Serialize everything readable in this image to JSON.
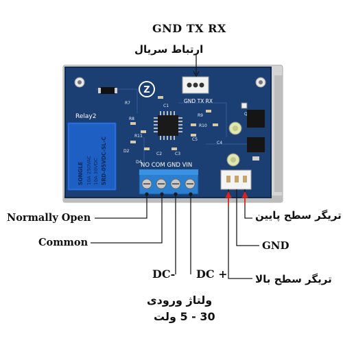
{
  "labels": {
    "serial_pins": "GND TX  RX",
    "serial_caption": "ارتباط سریال",
    "normally_open": "Normally Open",
    "common": "Common",
    "trigger_low": "تریگر سطح پایین",
    "gnd": "GND",
    "trigger_high": "تریگر سطح بالا",
    "dc_minus": "DC-",
    "dc_plus": "DC +",
    "input_voltage_line1": "ولتاژ ورودی",
    "input_voltage_line2": "30 - 5 ولت"
  },
  "board": {
    "relay_name": "Relay2",
    "terminal_labels": "NO COM GND VIN",
    "pin_labels": "GND TX RX",
    "relay_text": "SRD-05VDC-SL-C",
    "relay_brand": "SONGLE",
    "relay_rating1": "10A 250VAC",
    "relay_rating2": "10A 30VDC",
    "logo_letter": "Z",
    "designators": [
      "R7",
      "C1",
      "R8",
      "R9",
      "R10",
      "R11",
      "C4",
      "C5",
      "C3",
      "C2",
      "D2",
      "D4",
      "Q1"
    ]
  },
  "colors": {
    "pcb": "#1c3f73",
    "pcb_dark": "#13305a",
    "frame": "#c9c9c9",
    "relay": "#1e5fc4",
    "terminal": "#2b7fd0",
    "line": "#1a1a1a",
    "arrow_red": "#e0201a"
  }
}
